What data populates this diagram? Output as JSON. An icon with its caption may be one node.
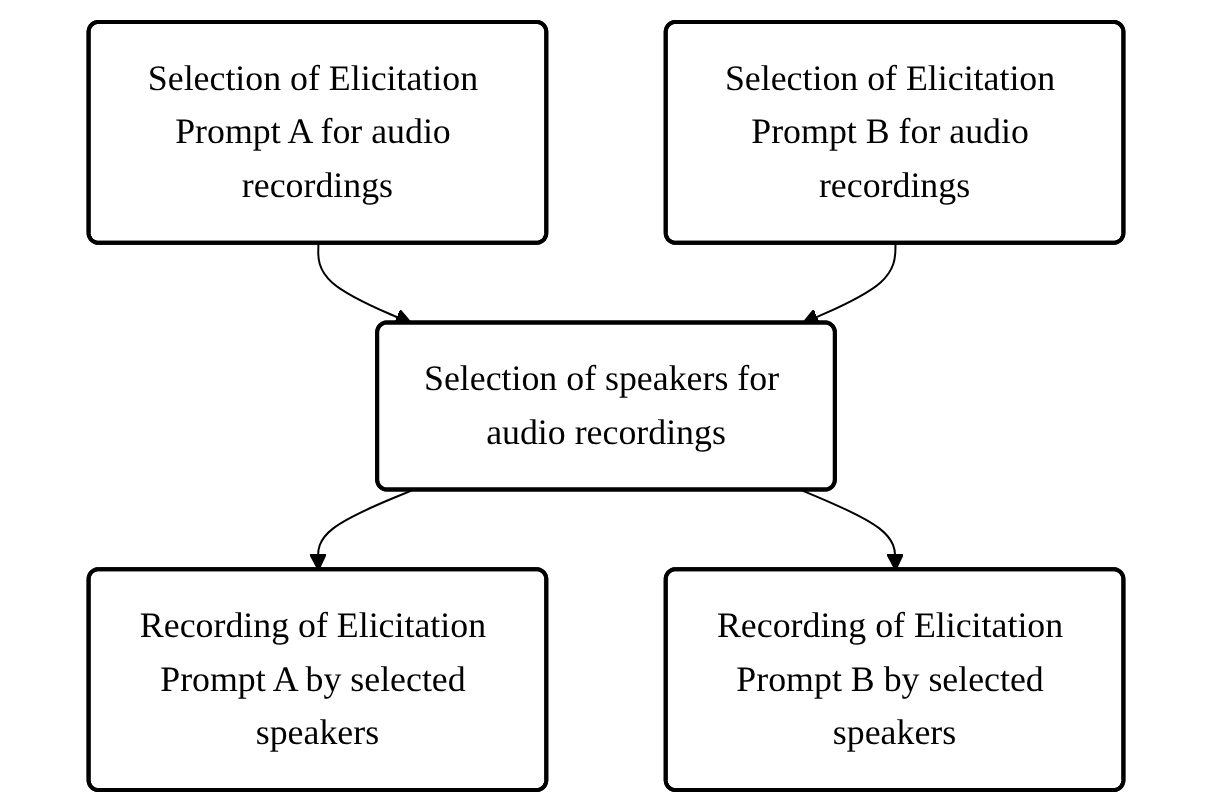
{
  "diagram": {
    "nodes": [
      {
        "text": [
          "Selection of Elicitation Prompt A for audio recordings"
        ]
      },
      {
        "text": [
          "Selection of Elicitation Prompt B for audio recordings"
        ]
      },
      {
        "text": [
          "Selection of speakers for audio recordings"
        ]
      },
      {
        "text": [
          "Recording of Elicitation Prompt A by selected speakers"
        ]
      },
      {
        "text": [
          "Recording of Elicitation Prompt B by selected speakers"
        ]
      }
    ],
    "edges": [
      {
        "from": 0,
        "to": 2,
        "arrow": "to"
      },
      {
        "from": 1,
        "to": 2,
        "arrow": "to"
      },
      {
        "from": 2,
        "to": 3,
        "arrow": "to"
      },
      {
        "from": 2,
        "to": 4,
        "arrow": "to"
      }
    ]
  }
}
